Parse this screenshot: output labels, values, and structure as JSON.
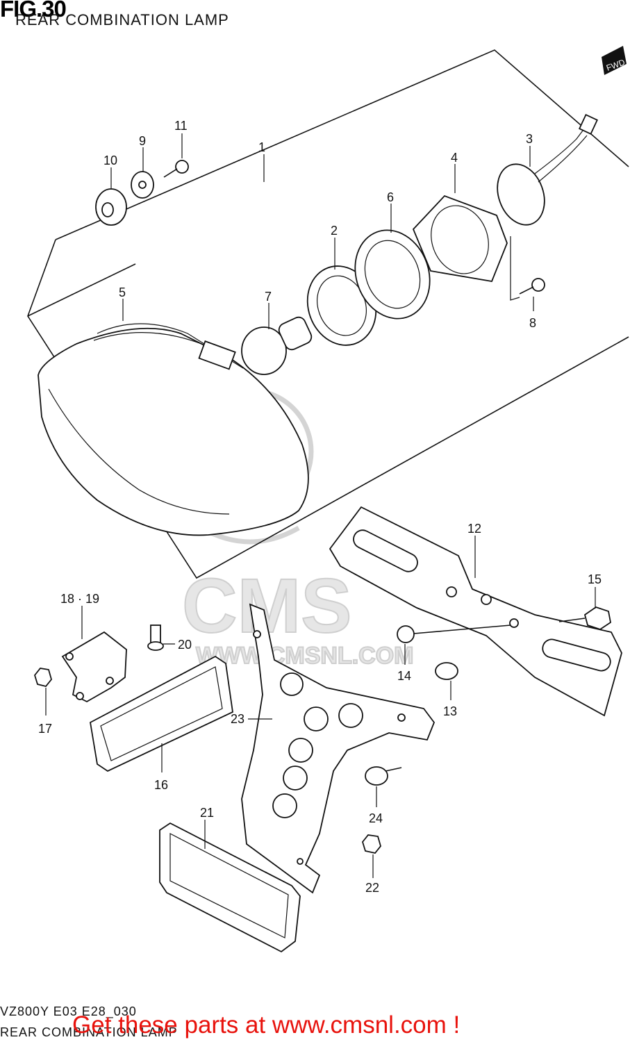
{
  "figure": {
    "number": "FIG.30",
    "title": "REAR COMBINATION LAMP",
    "fwd_tag": "FWD"
  },
  "footer": {
    "model_code": "VZ800Y E03 E28_030",
    "caption": "REAR COMBINATION LAMP",
    "promo": "Get these parts at www.cmsnl.com !"
  },
  "watermark": {
    "brand": "CMS",
    "url": "WWW.CMSNL.COM"
  },
  "callouts": [
    "1",
    "2",
    "3",
    "4",
    "5",
    "6",
    "7",
    "8",
    "9",
    "10",
    "11",
    "12",
    "13",
    "14",
    "15",
    "16",
    "17",
    "18 · 19",
    "20",
    "21",
    "22",
    "23",
    "24"
  ]
}
